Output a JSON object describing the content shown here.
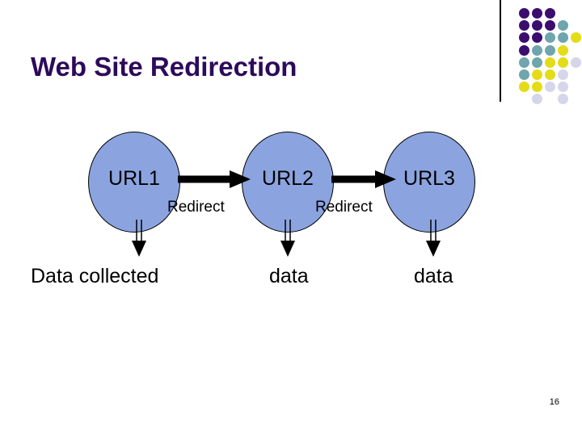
{
  "slide": {
    "title": "Web Site Redirection",
    "page_number": "16",
    "background_color": "#ffffff",
    "title_color": "#2D0A5A"
  },
  "colors": {
    "node_fill": "#8BA4E0",
    "node_stroke": "#000000",
    "arrow": "#000000",
    "deco_purple": "#3A0D6E",
    "deco_teal": "#6FA5AC",
    "deco_yellow": "#E3DC16",
    "deco_lavender": "#D5D6EA",
    "divider": "#000000"
  },
  "decoration": {
    "name": "dot-grid",
    "divider_line": true,
    "rows": [
      [
        "purple",
        "purple",
        "purple",
        "",
        ""
      ],
      [
        "purple",
        "purple",
        "purple",
        "teal",
        ""
      ],
      [
        "purple",
        "purple",
        "teal",
        "teal",
        "yellow"
      ],
      [
        "purple",
        "teal",
        "teal",
        "yellow",
        ""
      ],
      [
        "teal",
        "teal",
        "yellow",
        "yellow",
        "lavender"
      ],
      [
        "teal",
        "yellow",
        "yellow",
        "lavender",
        ""
      ],
      [
        "yellow",
        "yellow",
        "lavender",
        "lavender",
        ""
      ],
      [
        "",
        "lavender",
        "",
        "lavender",
        ""
      ]
    ]
  },
  "diagram": {
    "type": "flow",
    "nodes": [
      {
        "id": "url1",
        "label": "URL1"
      },
      {
        "id": "url2",
        "label": "URL2"
      },
      {
        "id": "url3",
        "label": "URL3"
      }
    ],
    "edges": [
      {
        "from": "url1",
        "to": "url2",
        "label": "Redirect",
        "direction": "right"
      },
      {
        "from": "url2",
        "to": "url3",
        "label": "Redirect",
        "direction": "right"
      }
    ],
    "outputs": [
      {
        "from": "url1",
        "label": "Data collected",
        "direction": "down"
      },
      {
        "from": "url2",
        "label": "data",
        "direction": "down"
      },
      {
        "from": "url3",
        "label": "data",
        "direction": "down"
      }
    ]
  }
}
